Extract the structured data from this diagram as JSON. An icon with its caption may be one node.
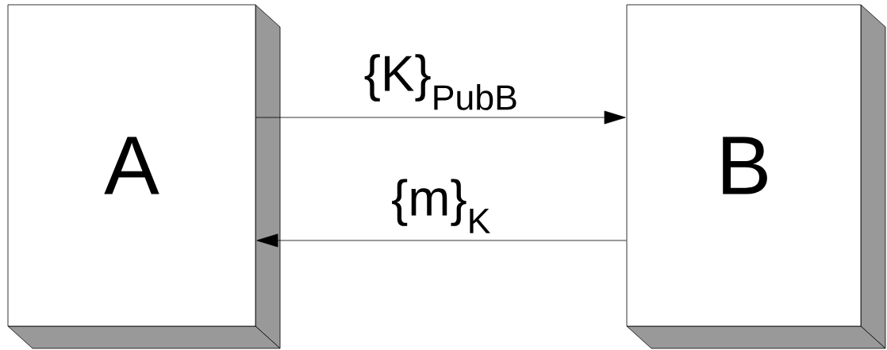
{
  "diagram": {
    "nodes": [
      {
        "text": [
          "A"
        ]
      },
      {
        "text": [
          "B"
        ]
      }
    ],
    "edges": [
      {
        "from": 0,
        "to": 1,
        "arrow": "to",
        "label": "{K}$_{PubB}$"
      },
      {
        "from": 1,
        "to": 0,
        "arrow": "to",
        "label": "{m}$_{K}$"
      }
    ]
  }
}
